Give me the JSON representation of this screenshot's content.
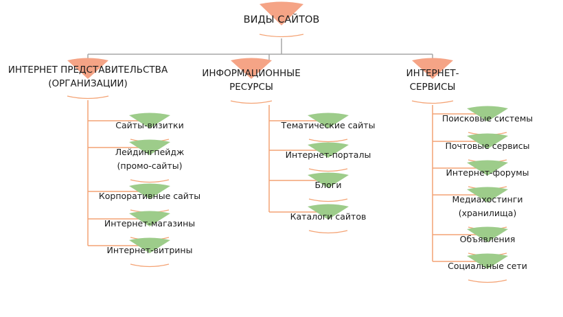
{
  "diagram": {
    "title": "ВИДЫ САЙТОВ",
    "colors": {
      "connector_gray": "#a6a6a6",
      "connector_orange": "#f4a273",
      "root_wedge": "#f5a486",
      "category_wedge": "#f5a486",
      "leaf_wedge": "#9dcc8a",
      "arc_orange": "#f4a273"
    },
    "categories": [
      {
        "label_lines": [
          "ИНТЕРНЕТ ПРЕДСТАВИТЕЛЬСТВА",
          "(ОРГАНИЗАЦИИ)"
        ],
        "items": [
          {
            "lines": [
              "Сайты-визитки"
            ]
          },
          {
            "lines": [
              "Лейдингпейдж",
              "(промо-сайты)"
            ]
          },
          {
            "lines": [
              "Корпоративные сайты"
            ]
          },
          {
            "lines": [
              "Интернет-магазины"
            ]
          },
          {
            "lines": [
              "Интернет-витрины"
            ]
          }
        ]
      },
      {
        "label_lines": [
          "ИНФОРМАЦИОННЫЕ",
          "РЕСУРСЫ"
        ],
        "items": [
          {
            "lines": [
              "Тематические сайты"
            ]
          },
          {
            "lines": [
              "Интернет-порталы"
            ]
          },
          {
            "lines": [
              "Блоги"
            ]
          },
          {
            "lines": [
              "Каталоги сайтов"
            ]
          }
        ]
      },
      {
        "label_lines": [
          "ИНТЕРНЕТ-",
          "СЕРВИСЫ"
        ],
        "items": [
          {
            "lines": [
              "Поисковые системы"
            ]
          },
          {
            "lines": [
              "Почтовые сервисы"
            ]
          },
          {
            "lines": [
              "Интернет-форумы"
            ]
          },
          {
            "lines": [
              "Медиахостинги",
              "(хранилища)"
            ]
          },
          {
            "lines": [
              "Объявления"
            ]
          },
          {
            "lines": [
              "Социальные сети"
            ]
          }
        ]
      }
    ]
  }
}
